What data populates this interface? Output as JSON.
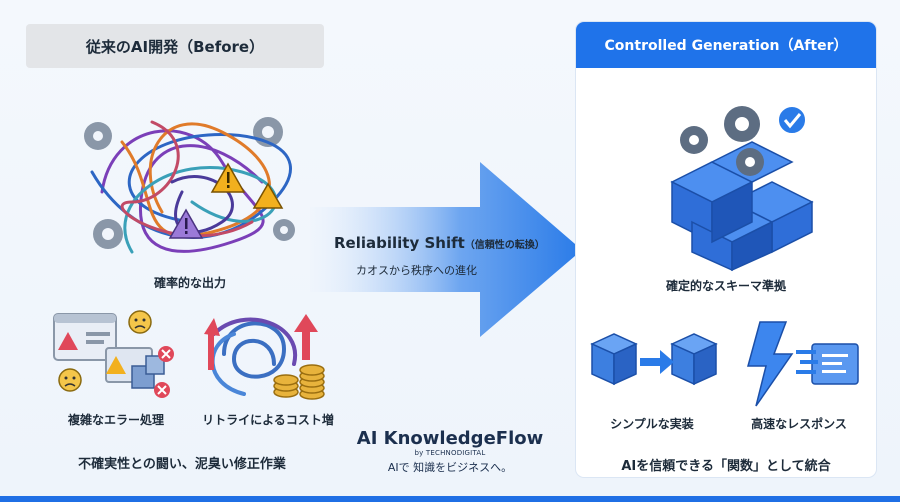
{
  "left": {
    "header": "従来のAI開発（Before）",
    "chaos_caption": "確率的な出力",
    "error_caption": "複雑なエラー処理",
    "cost_caption": "リトライによるコスト増",
    "summary": "不確実性との闘い、泥臭い修正作業"
  },
  "arrow": {
    "title": "Reliability Shift",
    "title_note": "（信頼性の転換）",
    "subtitle": "カオスから秩序への進化"
  },
  "right": {
    "header": "Controlled Generation（After）",
    "schema_caption": "確定的なスキーマ準拠",
    "impl_caption": "シンプルな実装",
    "speed_caption": "高速なレスポンス",
    "summary": "AIを信頼できる「関数」として統合"
  },
  "brand": {
    "name": "AI KnowledgeFlow",
    "by": "by TECHNODIGITAL",
    "tagline": "AIで 知識をビジネスへ。"
  },
  "colors": {
    "accent": "#1f73ea",
    "before_header": "#e3e5e8",
    "warning": "#f2b01e",
    "error": "#e0485a",
    "coin": "#e8b33c"
  },
  "icons": [
    "tangled-wires-icon",
    "gear-icon",
    "warning-icon",
    "error-screen-icon",
    "worried-face-icon",
    "retry-loop-icon",
    "coin-stack-icon",
    "cube-stack-icon",
    "checkmark-badge-icon",
    "cube-to-cube-icon",
    "lightning-icon",
    "speed-document-icon",
    "shift-arrow-icon"
  ]
}
